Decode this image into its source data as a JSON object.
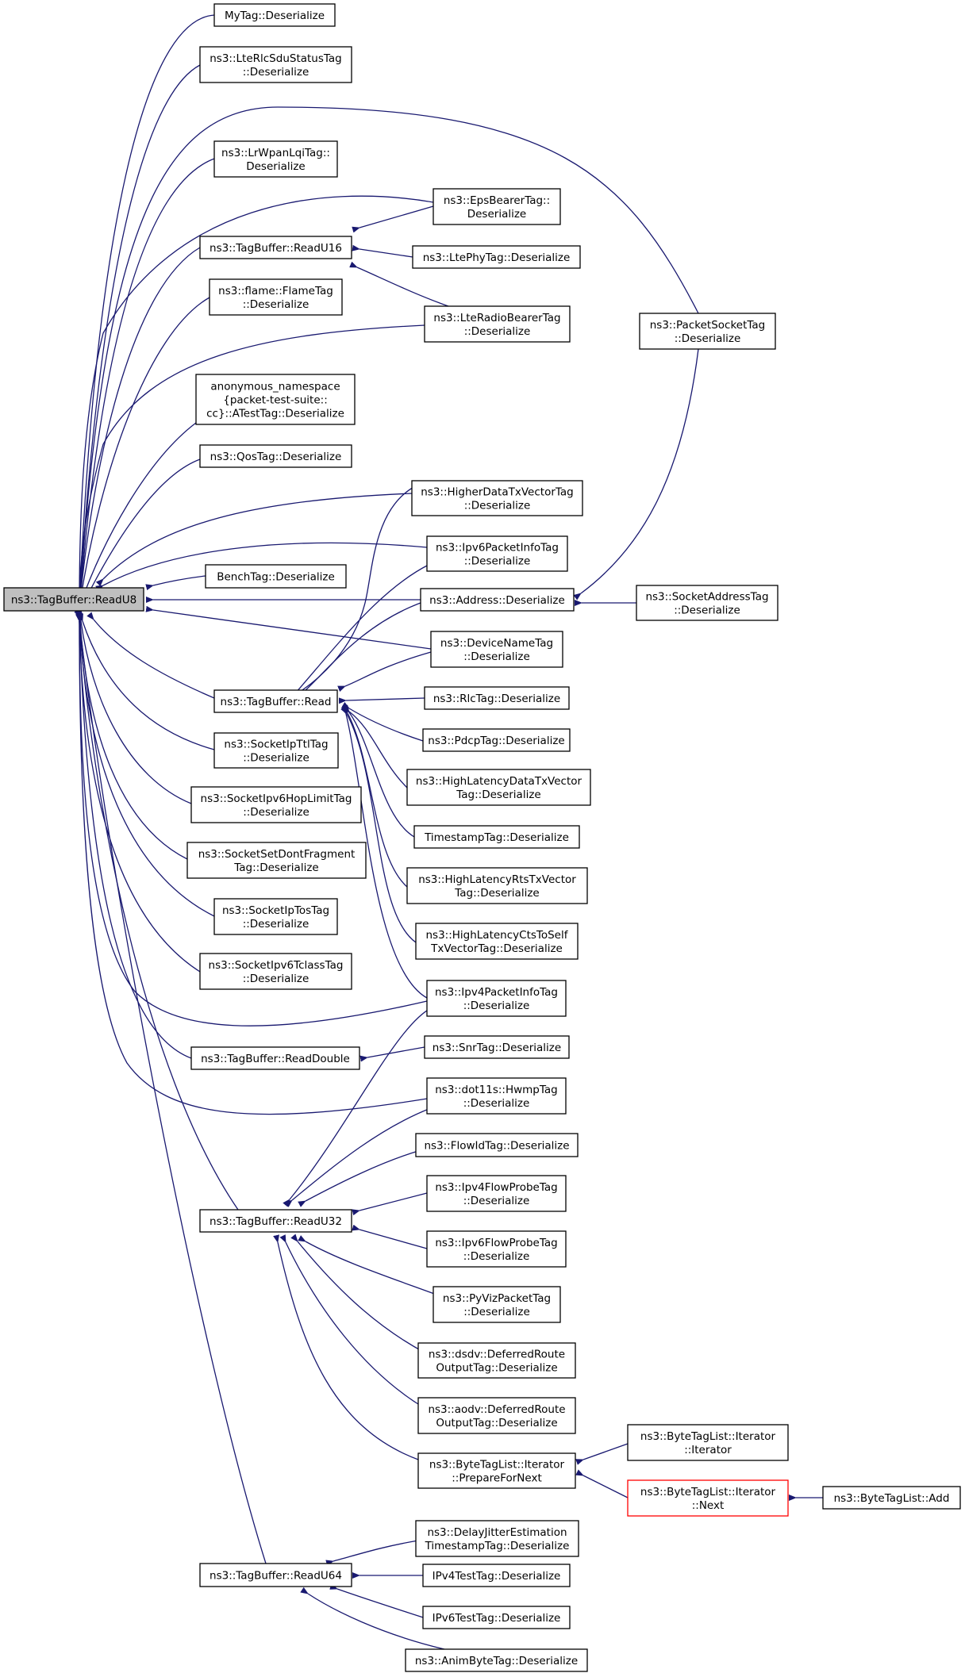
{
  "graph": {
    "title": "ns3::TagBuffer::ReadU8 caller graph",
    "edge_color": "#191970",
    "node_border": "#000000",
    "root_fill": "#bfbfbf",
    "highlight_border": "#ff0000",
    "nodes": [
      {
        "id": "readu8",
        "lines": [
          "ns3::TagBuffer::ReadU8"
        ],
        "root": true
      },
      {
        "id": "mytag",
        "lines": [
          "MyTag::Deserialize"
        ]
      },
      {
        "id": "lterlcsdu",
        "lines": [
          "ns3::LteRlcSduStatusTag",
          "::Deserialize"
        ]
      },
      {
        "id": "lrwpan",
        "lines": [
          "ns3::LrWpanLqiTag::",
          "Deserialize"
        ]
      },
      {
        "id": "readu16",
        "lines": [
          "ns3::TagBuffer::ReadU16"
        ]
      },
      {
        "id": "flame",
        "lines": [
          "ns3::flame::FlameTag",
          "::Deserialize"
        ]
      },
      {
        "id": "anon",
        "lines": [
          "anonymous_namespace",
          "{packet-test-suite::",
          "cc}::ATestTag::Deserialize"
        ]
      },
      {
        "id": "qos",
        "lines": [
          "ns3::QosTag::Deserialize"
        ]
      },
      {
        "id": "bench",
        "lines": [
          "BenchTag::Deserialize"
        ]
      },
      {
        "id": "read",
        "lines": [
          "ns3::TagBuffer::Read"
        ]
      },
      {
        "id": "ipttl",
        "lines": [
          "ns3::SocketIpTtlTag",
          "::Deserialize"
        ]
      },
      {
        "id": "ipv6hop",
        "lines": [
          "ns3::SocketIpv6HopLimitTag",
          "::Deserialize"
        ]
      },
      {
        "id": "dontfrag",
        "lines": [
          "ns3::SocketSetDontFragment",
          "Tag::Deserialize"
        ]
      },
      {
        "id": "iptos",
        "lines": [
          "ns3::SocketIpTosTag",
          "::Deserialize"
        ]
      },
      {
        "id": "ipv6tclass",
        "lines": [
          "ns3::SocketIpv6TclassTag",
          "::Deserialize"
        ]
      },
      {
        "id": "readdouble",
        "lines": [
          "ns3::TagBuffer::ReadDouble"
        ]
      },
      {
        "id": "readu32",
        "lines": [
          "ns3::TagBuffer::ReadU32"
        ]
      },
      {
        "id": "readu64",
        "lines": [
          "ns3::TagBuffer::ReadU64"
        ]
      },
      {
        "id": "epsbearer",
        "lines": [
          "ns3::EpsBearerTag::",
          "Deserialize"
        ]
      },
      {
        "id": "ltephy",
        "lines": [
          "ns3::LtePhyTag::Deserialize"
        ]
      },
      {
        "id": "lteradio",
        "lines": [
          "ns3::LteRadioBearerTag",
          "::Deserialize"
        ]
      },
      {
        "id": "higherdata",
        "lines": [
          "ns3::HigherDataTxVectorTag",
          "::Deserialize"
        ]
      },
      {
        "id": "ipv6pktinfo",
        "lines": [
          "ns3::Ipv6PacketInfoTag",
          "::Deserialize"
        ]
      },
      {
        "id": "address",
        "lines": [
          "ns3::Address::Deserialize"
        ]
      },
      {
        "id": "devname",
        "lines": [
          "ns3::DeviceNameTag",
          "::Deserialize"
        ]
      },
      {
        "id": "rlctag",
        "lines": [
          "ns3::RlcTag::Deserialize"
        ]
      },
      {
        "id": "pdcptag",
        "lines": [
          "ns3::PdcpTag::Deserialize"
        ]
      },
      {
        "id": "highlatdata",
        "lines": [
          "ns3::HighLatencyDataTxVector",
          "Tag::Deserialize"
        ]
      },
      {
        "id": "timestamp",
        "lines": [
          "TimestampTag::Deserialize"
        ]
      },
      {
        "id": "highlatrts",
        "lines": [
          "ns3::HighLatencyRtsTxVector",
          "Tag::Deserialize"
        ]
      },
      {
        "id": "highlatcts",
        "lines": [
          "ns3::HighLatencyCtsToSelf",
          "TxVectorTag::Deserialize"
        ]
      },
      {
        "id": "ipv4pktinfo",
        "lines": [
          "ns3::Ipv4PacketInfoTag",
          "::Deserialize"
        ]
      },
      {
        "id": "snrtag",
        "lines": [
          "ns3::SnrTag::Deserialize"
        ]
      },
      {
        "id": "hwmp",
        "lines": [
          "ns3::dot11s::HwmpTag",
          "::Deserialize"
        ]
      },
      {
        "id": "flowid",
        "lines": [
          "ns3::FlowIdTag::Deserialize"
        ]
      },
      {
        "id": "ipv4flowprobe",
        "lines": [
          "ns3::Ipv4FlowProbeTag",
          "::Deserialize"
        ]
      },
      {
        "id": "ipv6flowprobe",
        "lines": [
          "ns3::Ipv6FlowProbeTag",
          "::Deserialize"
        ]
      },
      {
        "id": "pyviz",
        "lines": [
          "ns3::PyVizPacketTag",
          "::Deserialize"
        ]
      },
      {
        "id": "dsdv",
        "lines": [
          "ns3::dsdv::DeferredRoute",
          "OutputTag::Deserialize"
        ]
      },
      {
        "id": "aodv",
        "lines": [
          "ns3::aodv::DeferredRoute",
          "OutputTag::Deserialize"
        ]
      },
      {
        "id": "preparefornext",
        "lines": [
          "ns3::ByteTagList::Iterator",
          "::PrepareForNext"
        ]
      },
      {
        "id": "delayjitter",
        "lines": [
          "ns3::DelayJitterEstimation",
          "TimestampTag::Deserialize"
        ]
      },
      {
        "id": "ipv4test",
        "lines": [
          "IPv4TestTag::Deserialize"
        ]
      },
      {
        "id": "ipv6test",
        "lines": [
          "IPv6TestTag::Deserialize"
        ]
      },
      {
        "id": "animbyte",
        "lines": [
          "ns3::AnimByteTag::Deserialize"
        ]
      },
      {
        "id": "packetsocket",
        "lines": [
          "ns3::PacketSocketTag",
          "::Deserialize"
        ]
      },
      {
        "id": "socketaddress",
        "lines": [
          "ns3::SocketAddressTag",
          "::Deserialize"
        ]
      },
      {
        "id": "iterator",
        "lines": [
          "ns3::ByteTagList::Iterator",
          "::Iterator"
        ]
      },
      {
        "id": "next",
        "lines": [
          "ns3::ByteTagList::Iterator",
          "::Next"
        ],
        "highlight": true
      },
      {
        "id": "add",
        "lines": [
          "ns3::ByteTagList::Add"
        ]
      }
    ]
  }
}
